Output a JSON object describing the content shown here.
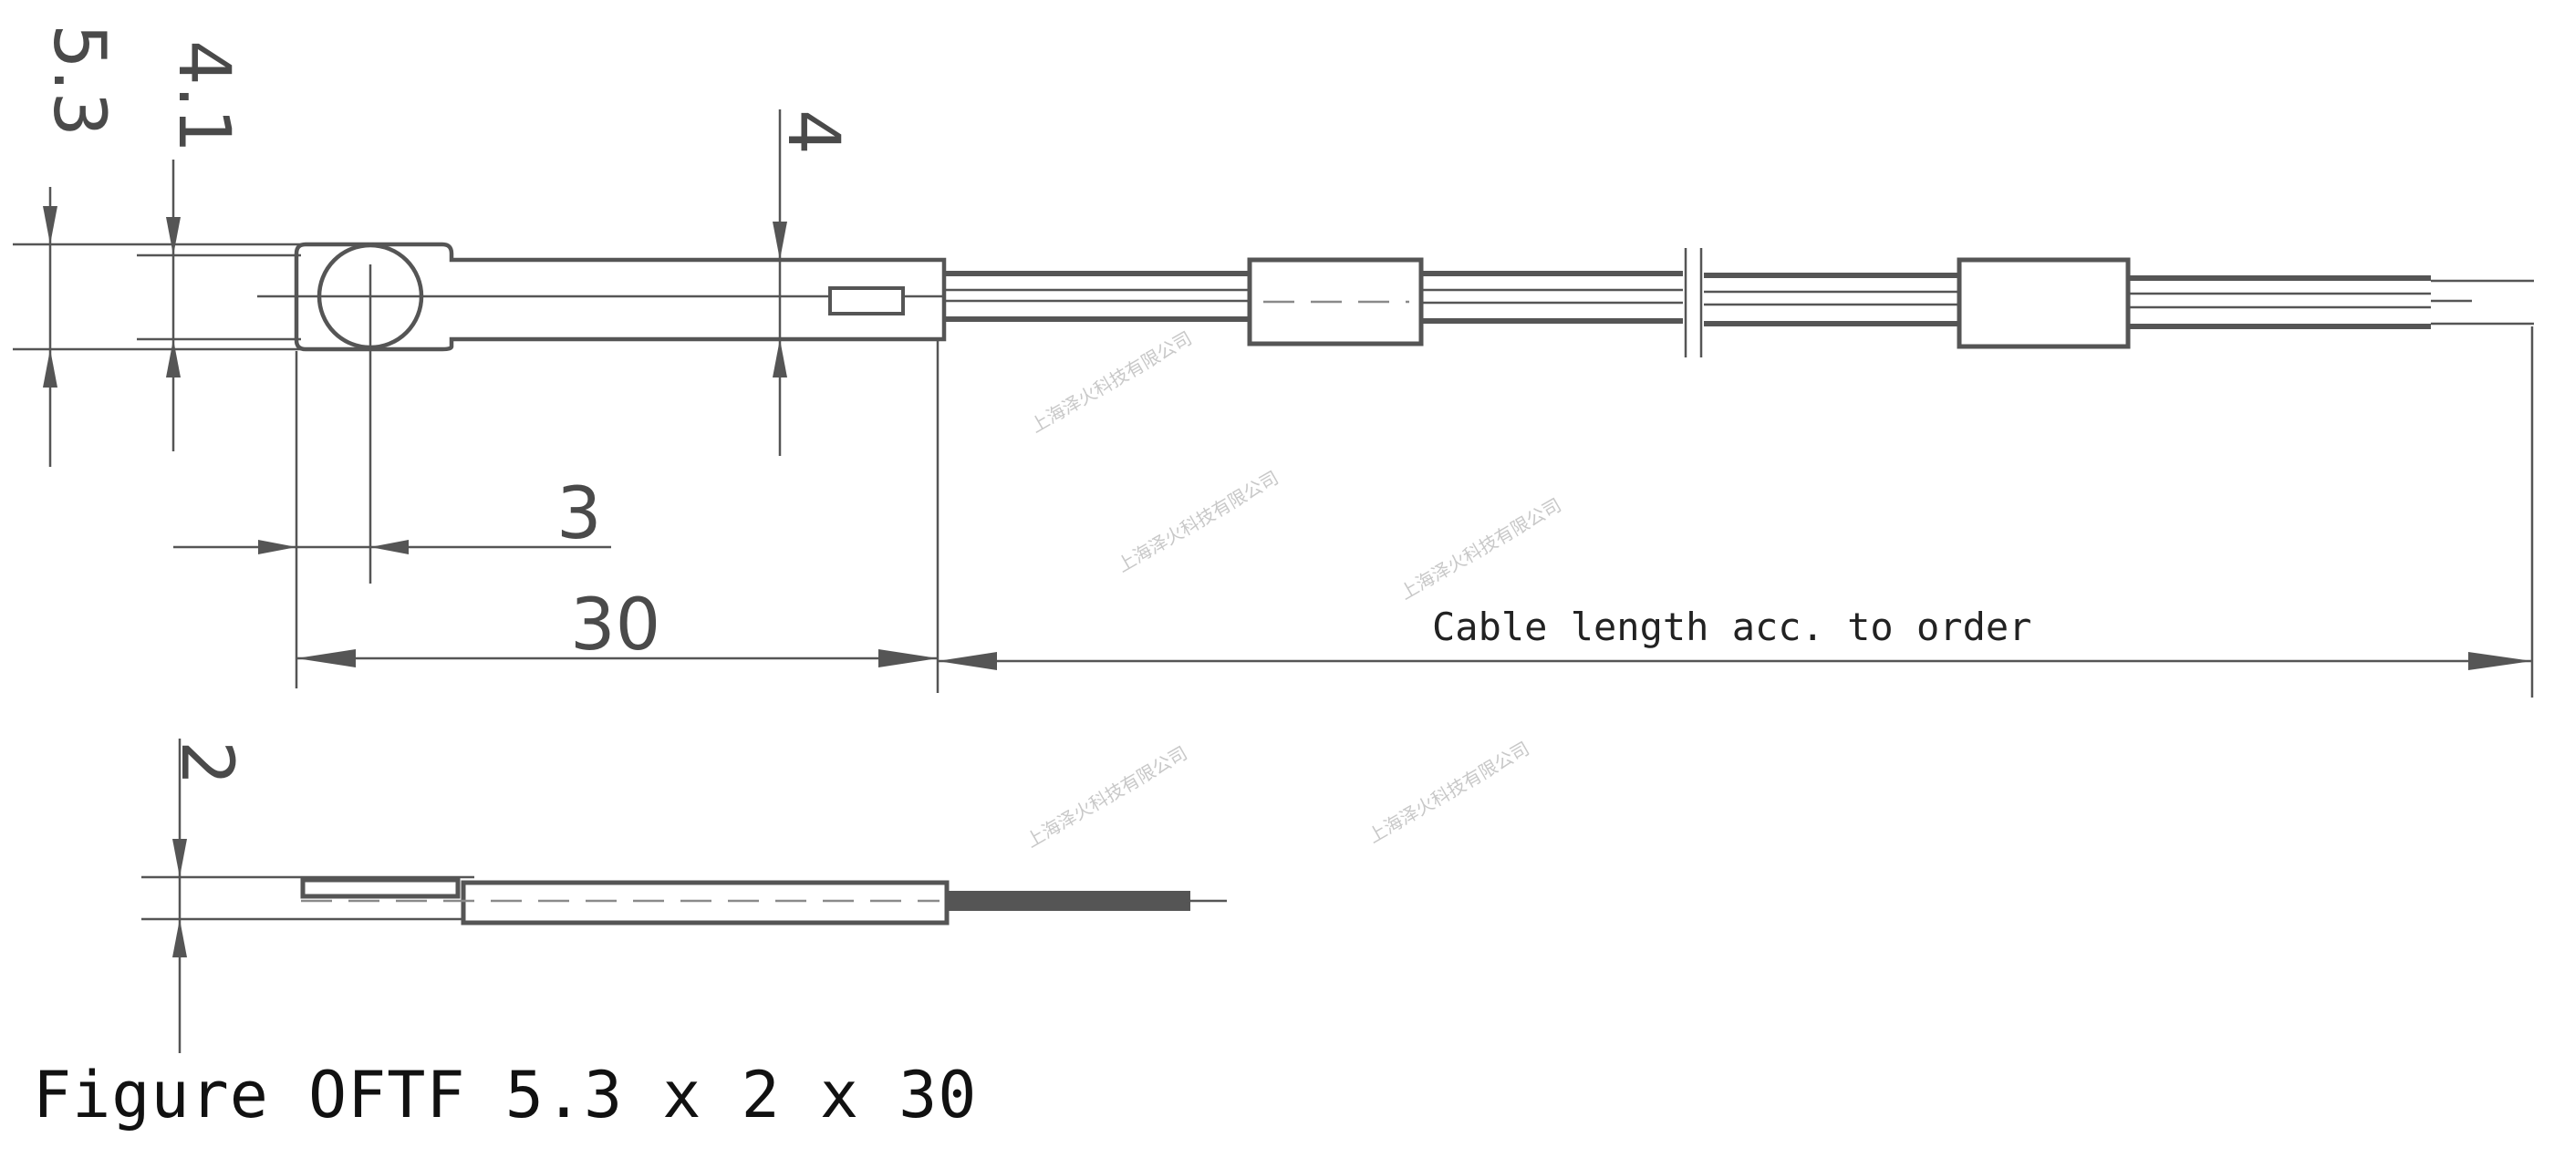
{
  "dimensions": {
    "outer_width": "5.3",
    "inner_width": "4.1",
    "slot_width": "4",
    "hole_offset": "3",
    "body_length": "30",
    "thickness": "2"
  },
  "cable_label": "Cable length acc. to order",
  "caption": "Figure OFTF 5.3 x 2 x 30",
  "watermark": "上海泽火科技有限公司",
  "colors": {
    "line": "#555555",
    "text": "#111111"
  }
}
